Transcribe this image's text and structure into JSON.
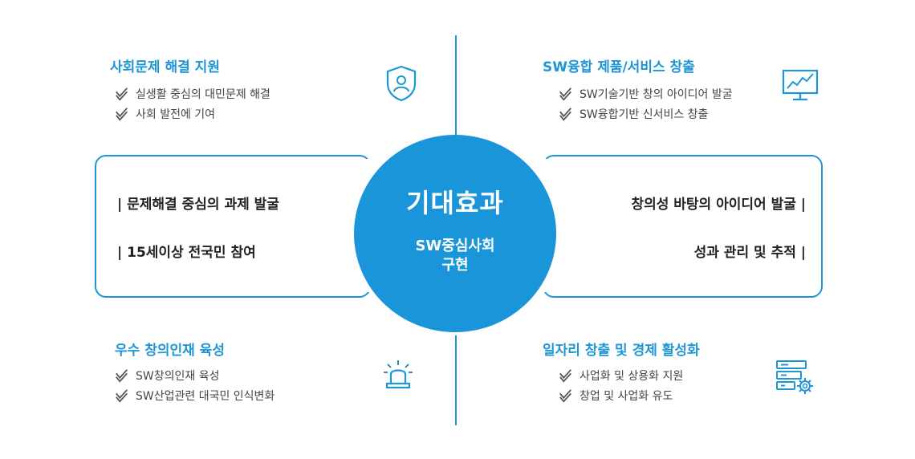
{
  "center": {
    "title": "기대효과",
    "subtitle_line1": "SW중심사회",
    "subtitle_line2": "구현"
  },
  "quadrants": {
    "top_left": {
      "title": "사회문제 해결 지원",
      "items": [
        "실생활 중심의 대민문제 해결",
        "사회 발전에 기여"
      ],
      "icon": "shield-user-icon"
    },
    "top_right": {
      "title": "SW융합 제품/서비스 창출",
      "items": [
        "SW기술기반 창의 아이디어 발굴",
        "SW융합기반 신서비스 창출"
      ],
      "icon": "monitor-chart-icon"
    },
    "bottom_left": {
      "title": "우수 창의인재 육성",
      "items": [
        "SW창의인재 육성",
        "SW산업관련 대국민 인식변화"
      ],
      "icon": "alarm-light-icon"
    },
    "bottom_right": {
      "title": "일자리 창출 및 경제 활성화",
      "items": [
        "사업화 및 상용화 지원",
        "창업 및 사업화 유도"
      ],
      "icon": "server-gear-icon"
    }
  },
  "left_box": {
    "lines": [
      "| 문제해결 중심의 과제 발굴",
      "| 15세이상 전국민 참여"
    ]
  },
  "right_box": {
    "lines": [
      "창의성  바탕의  아이디어 발굴 |",
      "성과 관리 및 추적 |"
    ]
  },
  "colors": {
    "accent": "#1e96d6",
    "circle": "#1a95d9",
    "check": "#555555"
  }
}
